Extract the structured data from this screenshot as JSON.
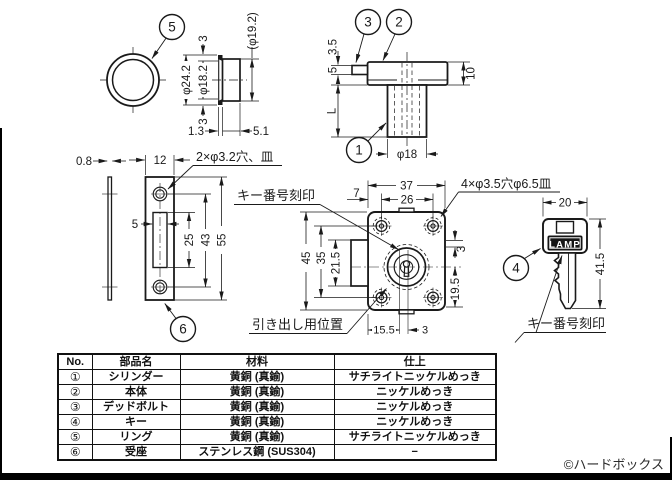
{
  "colors": {
    "line": "#1a1a1a",
    "background": "#ffffff",
    "badge": "#151515"
  },
  "callouts": {
    "n1": "1",
    "n2": "2",
    "n3": "3",
    "n4": "4",
    "n5": "5",
    "n6": "6"
  },
  "ring": {
    "dim_flange_top": "3",
    "dim_od": "φ24.2",
    "dim_id": "φ18.2",
    "dim_body_od": "(φ19.2)",
    "dim_flange_bot": "3",
    "dim_lip": "1.3",
    "dim_depth": "5.1"
  },
  "body_side": {
    "dim_tab": "3.5",
    "dim_step": "5",
    "dim_length": "L",
    "dim_head": "10",
    "dim_cyl": "φ18"
  },
  "plate": {
    "dim_thickness": "0.8",
    "dim_width": "12",
    "note_holes": "2×φ3.2穴、皿",
    "dim_slot": "5",
    "dim_slot_h": "25",
    "dim_hole_span": "43",
    "dim_height": "55"
  },
  "front": {
    "dim_width": "37",
    "dim_edge": "7",
    "dim_span": "26",
    "dim_height": "45",
    "dim_vspan": "35",
    "dim_bolt": "21.5",
    "dim_r3": "3",
    "dim_r195": "19.5",
    "dim_b155": "15.5",
    "dim_b3": "3",
    "note_stamp": "キー番号刻印",
    "note_holes": "4×φ3.5穴φ6.5皿",
    "note_drawer": "引き出し用位置"
  },
  "key": {
    "brand": "LAMP",
    "dim_width": "20",
    "dim_height": "41.5",
    "note_stamp": "キー番号刻印"
  },
  "table": {
    "headers": [
      "No.",
      "部品名",
      "材料",
      "仕上"
    ],
    "rows": [
      {
        "no": "①",
        "name": "シリンダー",
        "material": "黄銅 (真鍮)",
        "finish": "サチライトニッケルめっき"
      },
      {
        "no": "②",
        "name": "本体",
        "material": "黄銅 (真鍮)",
        "finish": "ニッケルめっき"
      },
      {
        "no": "③",
        "name": "デッドボルト",
        "material": "黄銅 (真鍮)",
        "finish": "ニッケルめっき"
      },
      {
        "no": "④",
        "name": "キー",
        "material": "黄銅 (真鍮)",
        "finish": "ニッケルめっき"
      },
      {
        "no": "⑤",
        "name": "リング",
        "material": "黄銅 (真鍮)",
        "finish": "サチライトニッケルめっき"
      },
      {
        "no": "⑥",
        "name": "受座",
        "material": "ステンレス鋼 (SUS304)",
        "finish": "−"
      }
    ]
  },
  "copyright": "©ハードボックス"
}
